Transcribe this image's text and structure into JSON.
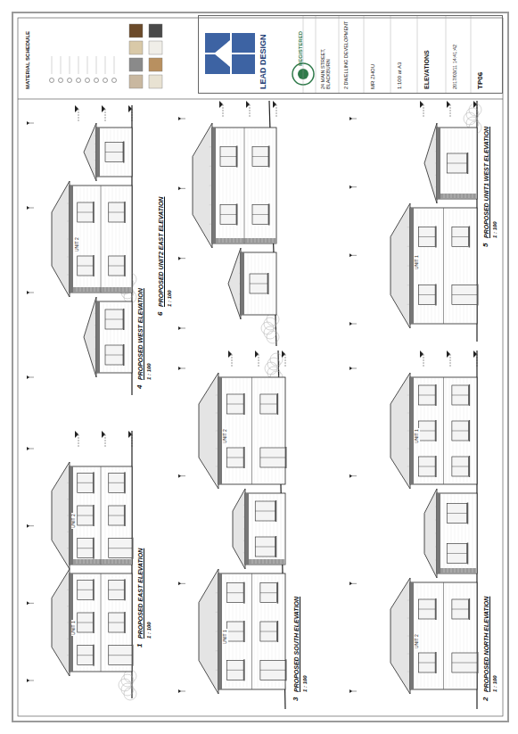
{
  "diagram": {
    "nodes": [
      {
        "text": [
          "LEAD DESIGN",
          "REGISTERED",
          "24 MAIN STREET, BLACKBURN",
          "2 DWELLING DEVELOPMENT",
          "MR ZHOU",
          "1:100 at A3",
          "ELEVATIONS",
          "2017/03/11 14:41:42",
          "TP06"
        ]
      }
    ],
    "labels": [
      "MATERIAL SCHEDULE",
      "1",
      "PROPOSED EAST ELEVATION",
      "1 : 100",
      "4",
      "PROPOSED WEST ELEVATION",
      "1 : 100",
      "6",
      "PROPOSED UNIT2 EAST ELEVATION",
      "1 : 100",
      "3",
      "PROPOSED SOUTH ELEVATION",
      "1 : 100",
      "5",
      "PROPOSED UNIT1 WEST ELEVATION",
      "1 : 100",
      "2",
      "PROPOSED NORTH ELEVATION",
      "1 : 100",
      "UNIT 1",
      "UNIT 2",
      "UNIT 1",
      "UNIT 2",
      "UNIT 1",
      "UNIT 2",
      "UNIT 1",
      "UNIT 2"
    ]
  }
}
